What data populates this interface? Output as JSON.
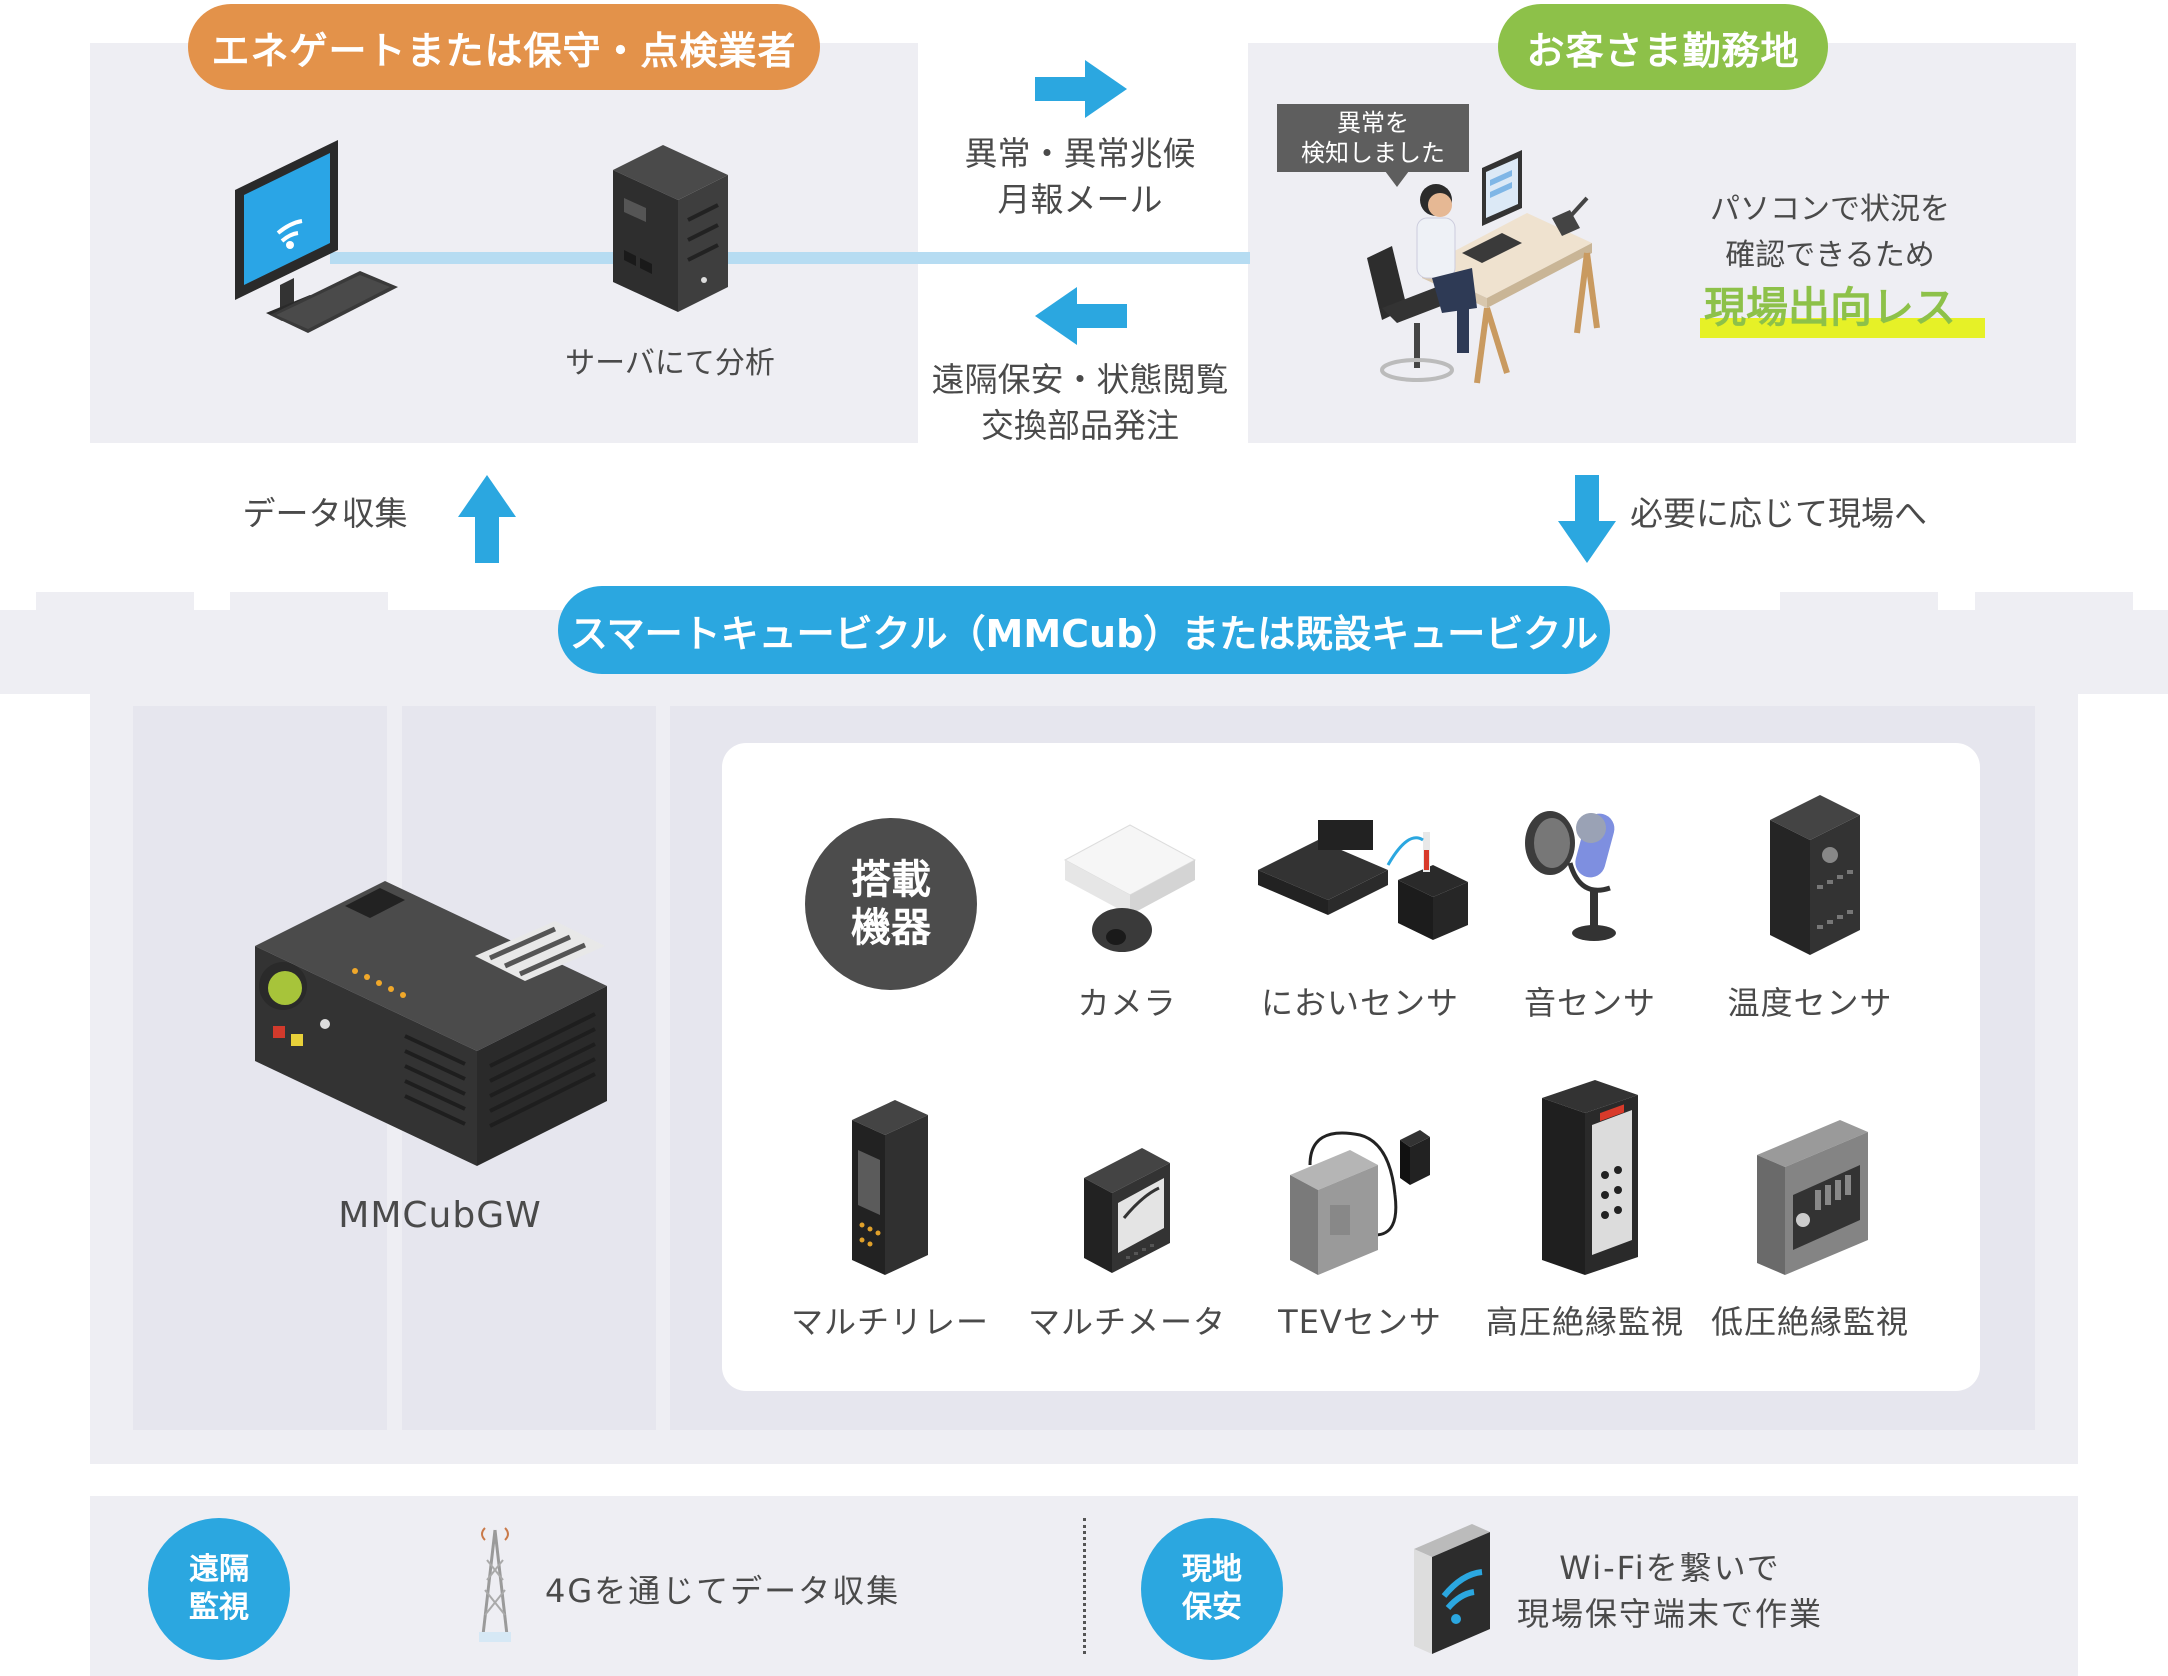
{
  "top_left": {
    "title": "エネゲートまたは保守・点検業者",
    "server_label": "サーバにて分析"
  },
  "top_right": {
    "title": "お客さま勤務地",
    "bubble_line1": "異常を",
    "bubble_line2": "検知しました",
    "desc_line1": "パソコンで状況を",
    "desc_line2": "確認できるため",
    "highlight": "現場出向レス"
  },
  "middle": {
    "to_customer_line1": "異常・異常兆候",
    "to_customer_line2": "月報メール",
    "to_provider_line1": "遠隔保安・状態閲覧",
    "to_provider_line2": "交換部品発注"
  },
  "flows": {
    "data_collect": "データ収集",
    "to_site": "必要に応じて現場へ"
  },
  "cubicle": {
    "title": "スマートキュービクル（MMCub）または既設キュービクル",
    "gateway_label": "MMCubGW",
    "equipment_badge_line1": "搭載",
    "equipment_badge_line2": "機器",
    "devices": [
      "カメラ",
      "においセンサ",
      "音センサ",
      "温度センサ",
      "マルチリレー",
      "マルチメータ",
      "TEVセンサ",
      "高圧絶縁監視",
      "低圧絶縁監視"
    ]
  },
  "bottom": {
    "remote_line1": "遠隔",
    "remote_line2": "監視",
    "remote_desc": "4Gを通じてデータ収集",
    "onsite_line1": "現地",
    "onsite_line2": "保安",
    "onsite_desc_line1": "Wi-Fiを繋いで",
    "onsite_desc_line2": "現場保守端末で作業"
  },
  "colors": {
    "orange": "#e3924a",
    "green": "#8dc149",
    "blue": "#2ba7e0",
    "panel": "#eeeef3",
    "highlight": "#e6f127",
    "dark": "#3c3c3c"
  }
}
